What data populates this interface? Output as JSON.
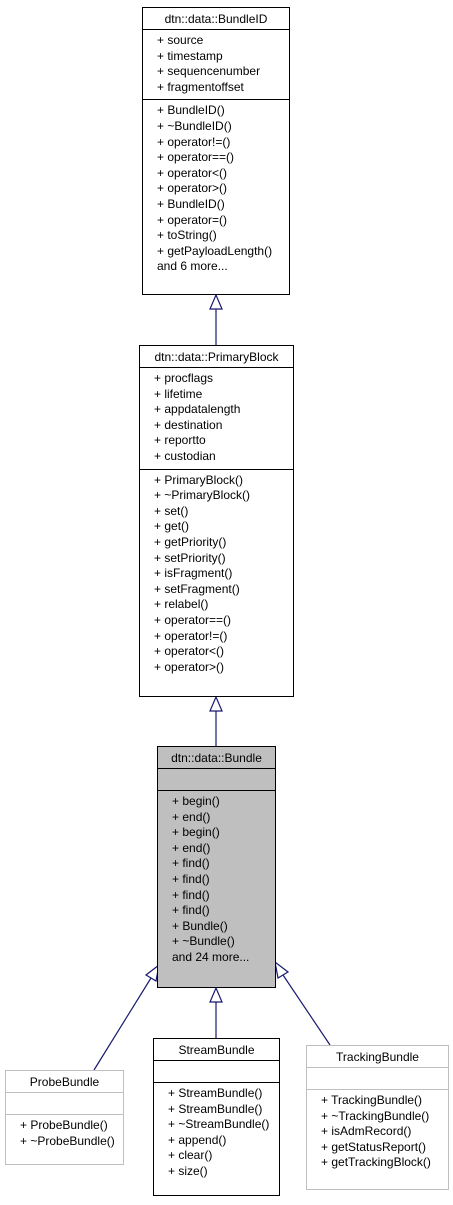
{
  "classes": {
    "bundleid": {
      "name": "dtn::data::BundleID",
      "attributes": [
        "+ source",
        "+ timestamp",
        "+ sequencenumber",
        "+ fragmentoffset"
      ],
      "methods": [
        "+ BundleID()",
        "+ ~BundleID()",
        "+ operator!=()",
        "+ operator==()",
        "+ operator<()",
        "+ operator>()",
        "+ BundleID()",
        "+ operator=()",
        "+ toString()",
        "+ getPayloadLength()",
        "and 6 more..."
      ]
    },
    "primaryblock": {
      "name": "dtn::data::PrimaryBlock",
      "attributes": [
        "+ procflags",
        "+ lifetime",
        "+ appdatalength",
        "+ destination",
        "+ reportto",
        "+ custodian"
      ],
      "methods": [
        "+ PrimaryBlock()",
        "+ ~PrimaryBlock()",
        "+ set()",
        "+ get()",
        "+ getPriority()",
        "+ setPriority()",
        "+ isFragment()",
        "+ setFragment()",
        "+ relabel()",
        "+ operator==()",
        "+ operator!=()",
        "+ operator<()",
        "+ operator>()"
      ]
    },
    "bundle": {
      "name": "dtn::data::Bundle",
      "attributes": [],
      "methods": [
        "+ begin()",
        "+ end()",
        "+ begin()",
        "+ end()",
        "+ find()",
        "+ find()",
        "+ find()",
        "+ find()",
        "+ Bundle()",
        "+ ~Bundle()",
        "and 24 more..."
      ]
    },
    "probebundle": {
      "name": "ProbeBundle",
      "attributes": [],
      "methods": [
        "+ ProbeBundle()",
        "+ ~ProbeBundle()"
      ]
    },
    "streambundle": {
      "name": "StreamBundle",
      "attributes": [],
      "methods": [
        "+ StreamBundle()",
        "+ StreamBundle()",
        "+ ~StreamBundle()",
        "+ append()",
        "+ clear()",
        "+ size()"
      ]
    },
    "trackingbundle": {
      "name": "TrackingBundle",
      "attributes": [],
      "methods": [
        "+ TrackingBundle()",
        "+ ~TrackingBundle()",
        "+ isAdmRecord()",
        "+ getStatusReport()",
        "+ getTrackingBlock()"
      ]
    }
  },
  "colors": {
    "edge": "#191970",
    "focus_fill": "#bfbfbf",
    "external_border": "#bfbfbf"
  }
}
